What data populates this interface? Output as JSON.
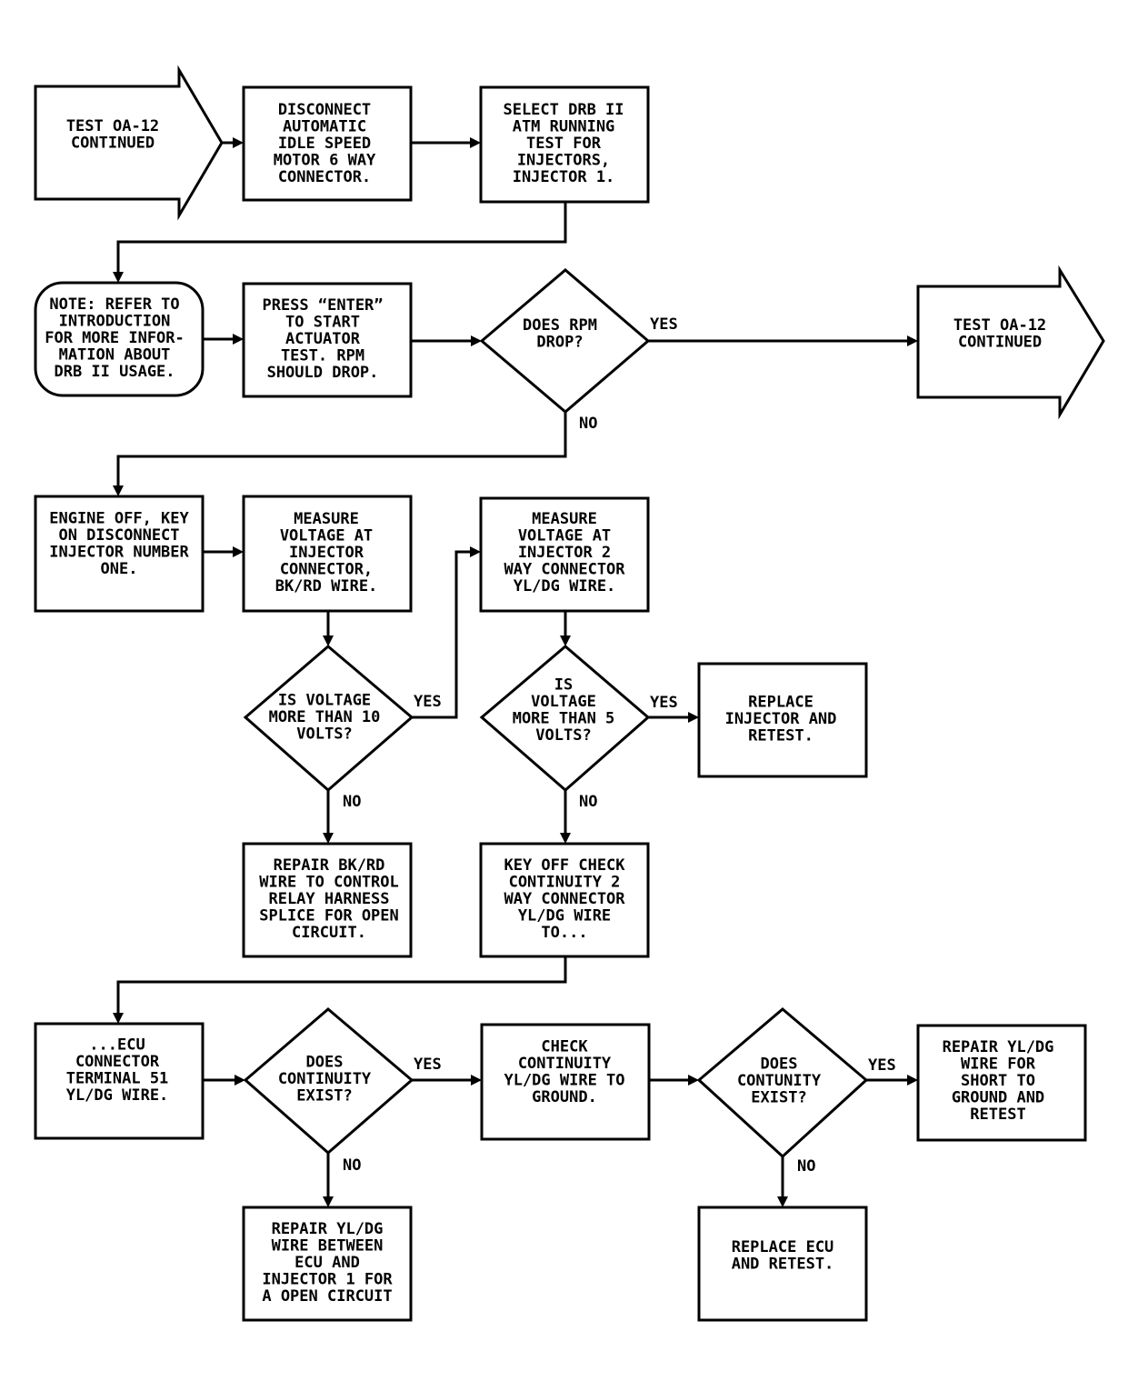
{
  "nodes": {
    "start_cont": [
      "TEST OA-12",
      "CONTINUED"
    ],
    "disconnect": [
      "DISCONNECT",
      "AUTOMATIC",
      "IDLE SPEED",
      "MOTOR 6 WAY",
      "CONNECTOR."
    ],
    "select_drb": [
      "SELECT DRB II",
      "ATM RUNNING",
      "TEST FOR",
      "INJECTORS,",
      "INJECTOR 1."
    ],
    "note": [
      "NOTE: REFER TO",
      "INTRODUCTION",
      "FOR MORE INFOR-",
      "MATION ABOUT",
      "DRB II USAGE."
    ],
    "press_enter": [
      "PRESS “ENTER”",
      "TO START",
      "ACTUATOR",
      "TEST. RPM",
      "SHOULD DROP."
    ],
    "rpm_drop": [
      "DOES RPM",
      "DROP?"
    ],
    "end_cont": [
      "TEST OA-12",
      "CONTINUED"
    ],
    "engine_off": [
      "ENGINE OFF, KEY",
      "ON DISCONNECT",
      "INJECTOR NUMBER",
      "ONE."
    ],
    "measure_bk": [
      "MEASURE",
      "VOLTAGE AT",
      "INJECTOR",
      "CONNECTOR,",
      "BK/RD WIRE."
    ],
    "measure_yl": [
      "MEASURE",
      "VOLTAGE AT",
      "INJECTOR 2",
      "WAY CONNECTOR",
      "YL/DG WIRE."
    ],
    "volt10": [
      "IS VOLTAGE",
      "MORE THAN 10",
      "VOLTS?"
    ],
    "volt5": [
      "IS",
      "VOLTAGE",
      "MORE THAN 5",
      "VOLTS?"
    ],
    "replace_inj": [
      "REPLACE",
      "INJECTOR AND",
      "RETEST."
    ],
    "repair_bk": [
      "REPAIR BK/RD",
      "WIRE TO CONTROL",
      "RELAY HARNESS",
      "SPLICE FOR OPEN",
      "CIRCUIT."
    ],
    "key_off": [
      "KEY OFF CHECK",
      "CONTINUITY 2",
      "WAY CONNECTOR",
      "YL/DG WIRE",
      "TO..."
    ],
    "ecu_conn": [
      "...ECU",
      "CONNECTOR",
      "TERMINAL 51",
      "YL/DG WIRE."
    ],
    "cont_exist": [
      "DOES",
      "CONTINUITY",
      "EXIST?"
    ],
    "check_ground": [
      "CHECK",
      "CONTINUITY",
      "YL/DG WIRE TO",
      "GROUND."
    ],
    "contunity": [
      "DOES",
      "CONTUNITY",
      "EXIST?"
    ],
    "repair_short": [
      "REPAIR YL/DG",
      "WIRE FOR",
      "SHORT TO",
      "GROUND AND",
      "RETEST"
    ],
    "repair_open": [
      "REPAIR YL/DG",
      "WIRE BETWEEN",
      "ECU AND",
      "INJECTOR 1 FOR",
      "A OPEN CIRCUIT"
    ],
    "replace_ecu": [
      "REPLACE ECU",
      "AND RETEST."
    ]
  },
  "labels": {
    "yes_rpm": "YES",
    "no_rpm": "NO",
    "yes_volt10": "YES",
    "no_volt10": "NO",
    "yes_volt5": "YES",
    "no_volt5": "NO",
    "yes_cont": "YES",
    "no_cont": "NO",
    "yes_contunity": "YES",
    "no_contunity": "NO"
  }
}
